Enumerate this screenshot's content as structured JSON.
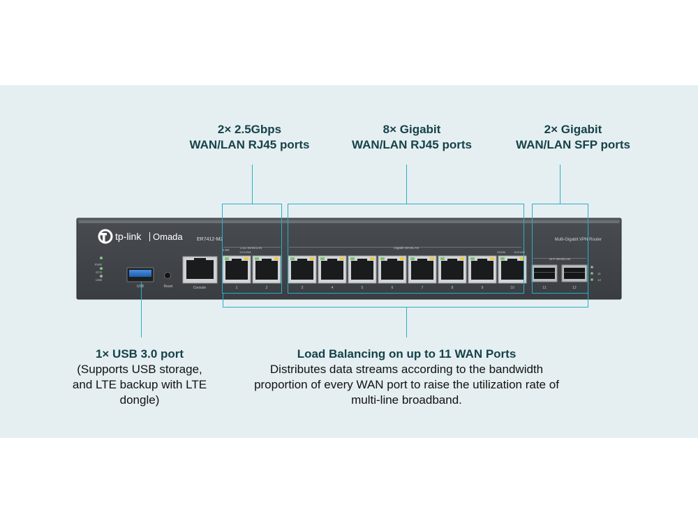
{
  "callouts": {
    "rj45_2_5g": {
      "line1": "2× 2.5Gbps",
      "line2": "WAN/LAN RJ45 ports"
    },
    "rj45_gigabit": {
      "line1": "8× Gigabit",
      "line2": "WAN/LAN RJ45 ports"
    },
    "sfp": {
      "line1": "2× Gigabit",
      "line2": "WAN/LAN SFP ports"
    },
    "usb": {
      "line1": "1× USB 3.0 port",
      "line2": "(Supports USB storage,",
      "line3": "and LTE backup with LTE",
      "line4": "dongle)"
    },
    "load_balancing": {
      "title": "Load Balancing on up to 11 WAN Ports",
      "line1": "Distributes data streams according to the bandwidth",
      "line2": "proportion of every WAN port to raise the utilization rate of",
      "line3": "multi-line broadband."
    }
  },
  "device": {
    "brand": "tp-link",
    "product_line": "Omada",
    "model": "ER7412-M2",
    "tagline": "Multi-Gigabit VPN Router",
    "leds": [
      "PWR",
      "SYS",
      "USB"
    ],
    "usb_label": "USB",
    "reset_label": "Reset",
    "console_label": "Console",
    "group_2_5g": "2.5G WAN/LAN",
    "speed_2_5g": "2.5G",
    "speed_1g": "1G/100M",
    "group_gigabit": "Gigabit WAN/LAN",
    "speed_1000m": "1000M",
    "speed_100m": "100/10M",
    "group_sfp": "SFP WAN/LAN",
    "sfp_leds": [
      "11",
      "12"
    ],
    "port_numbers": [
      "1",
      "2",
      "3",
      "4",
      "5",
      "6",
      "7",
      "8",
      "9",
      "10"
    ],
    "sfp_numbers": [
      "11",
      "12"
    ]
  }
}
